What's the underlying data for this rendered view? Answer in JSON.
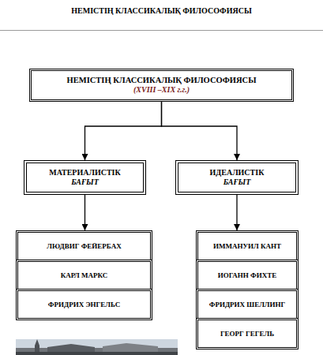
{
  "diagram": {
    "title": "НЕМІСТІҢ КЛАССИКАЛЫҚ ФИЛОСОФИЯСЫ",
    "nodes": [
      {
        "text": [
          "НЕМІСТІҢ КЛАССИКАЛЫҚ ФИЛОСОФИЯСЫ",
          "(XVIII –XIX г.г.)"
        ]
      },
      {
        "text": [
          "МАТЕРИАЛИСТІК",
          "БАҒЫТ"
        ]
      },
      {
        "text": [
          "ИДЕАЛИСТІК",
          "БАҒЫТ"
        ]
      },
      {
        "text": [
          "ЛЮДВИГ ФЕЙЕРБАХ"
        ]
      },
      {
        "text": [
          "КАРЛ МАРКС"
        ]
      },
      {
        "text": [
          "ФРИДРИХ ЭНГЕЛЬС"
        ]
      },
      {
        "text": [
          "ИММАНУИЛ КАНТ"
        ]
      },
      {
        "text": [
          "ИОГАНН ФИХТЕ"
        ]
      },
      {
        "text": [
          "ФРИДРИХ ШЕЛЛИНГ"
        ]
      },
      {
        "text": [
          "ГЕОРГ ГЕГЕЛЬ"
        ]
      }
    ],
    "edges": [
      {
        "from": 0,
        "to": 1,
        "arrow": "to"
      },
      {
        "from": 0,
        "to": 2,
        "arrow": "to"
      },
      {
        "from": 1,
        "to": 3,
        "arrow": "to"
      },
      {
        "from": 2,
        "to": 6,
        "arrow": "to"
      }
    ]
  }
}
